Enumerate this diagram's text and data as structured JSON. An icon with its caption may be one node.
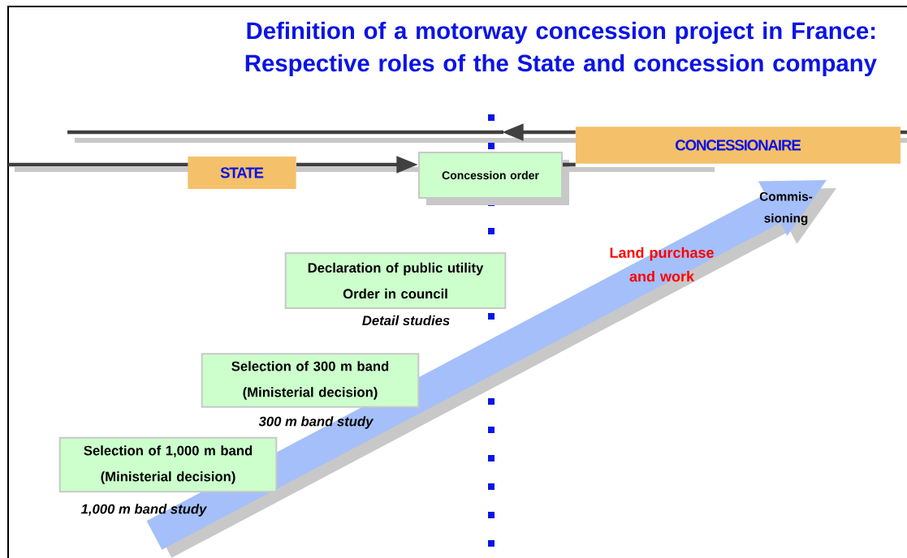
{
  "diagram": {
    "title": "Definition of a motorway concession project in France: Respective roles of the State and concession company",
    "nodes": [
      {
        "text": [
          "CONCESSIONAIRE"
        ]
      },
      {
        "text": [
          "STATE"
        ]
      },
      {
        "text": [
          "Concession order"
        ]
      },
      {
        "text": [
          "Declaration of public utility",
          "Order  in council"
        ],
        "beside": [
          "Detail studies"
        ]
      },
      {
        "text": [
          "Selection of 300 m band",
          "(Ministerial decision)"
        ],
        "beside": [
          "300 m band study"
        ]
      },
      {
        "text": [
          "Selection of 1,000 m band",
          "(Ministerial decision)"
        ],
        "beside": [
          "1,000 m band study"
        ]
      }
    ],
    "edges": [
      {
        "from": 1,
        "to": 2,
        "arrow": "to"
      },
      {
        "from": 0,
        "to": null,
        "arrow": "to"
      },
      {
        "from": 2,
        "to": 0,
        "arrow": "none"
      }
    ],
    "labels": [
      "Commis-sioning",
      "Land purchase and work"
    ]
  }
}
